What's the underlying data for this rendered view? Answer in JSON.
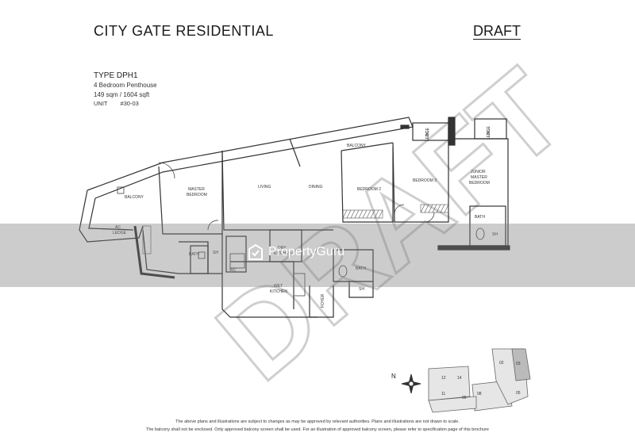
{
  "header": {
    "title": "CITY GATE RESIDENTIAL",
    "draft": "DRAFT"
  },
  "unit_info": {
    "type": "TYPE DPH1",
    "description": "4 Bedroom Penthouse",
    "area": "149 sqm / 1604 sqft",
    "unit_label": "UNIT",
    "unit_value": "#30-03"
  },
  "rooms": {
    "balcony_left": "BALCONY",
    "ac_ledge_left_1": "AC",
    "ac_ledge_left_2": "LEDGE",
    "master_bedroom_1": "MASTER",
    "master_bedroom_2": "BEDROOM",
    "living": "LIVING",
    "dining": "DINING",
    "balcony_top": "BALCONY",
    "bedroom2": "BEDROOM  2",
    "bedroom3": "BEDROOM  3",
    "junior_1": "JUNIOR",
    "junior_2": "MASTER",
    "junior_3": "BEDROOM",
    "ac_ledge_top1_1": "AC",
    "ac_ledge_top1_2": "LEDGE",
    "ac_ledge_top2_1": "AC",
    "ac_ledge_top2_2": "LEDGE",
    "bath1": "BATH",
    "sh1": "SH",
    "wc": "WC",
    "bath2": "BATH",
    "sh2": "SH",
    "bath3": "BATH",
    "sh3": "SH",
    "dry_kitchen_1": "DRY",
    "dry_kitchen_2": "KITCHEN",
    "wet_kitchen_1": "WET",
    "wet_kitchen_2": "KITCHEN",
    "foyer": "FOYER"
  },
  "watermark": {
    "big": "DRAFT",
    "brand": "PropertyGuru"
  },
  "keyplan": {
    "north": "N",
    "blocks": [
      "12",
      "14",
      "11",
      "09",
      "08",
      "02",
      "03",
      "05"
    ]
  },
  "footer": {
    "line1": "The above plans and illustrations are subject to changes as may be approved by relevant authorities. Plans and illustrations are not drawn to scale.",
    "line2": "The balcony shall not be enclosed. Only approved balcony screen shall be used. For an illustration of approved balcony screen, please refer to specification page of this brochure"
  }
}
